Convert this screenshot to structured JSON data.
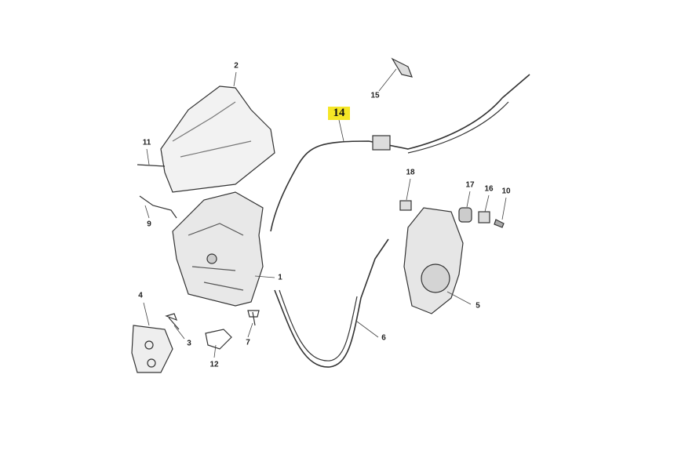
{
  "diagram": {
    "highlighted_part": "14",
    "highlight_color": "#f5e626",
    "part_labels": [
      "1",
      "2",
      "3",
      "4",
      "5",
      "6",
      "7",
      "9",
      "10",
      "11",
      "12",
      "15",
      "16",
      "17",
      "18"
    ]
  }
}
